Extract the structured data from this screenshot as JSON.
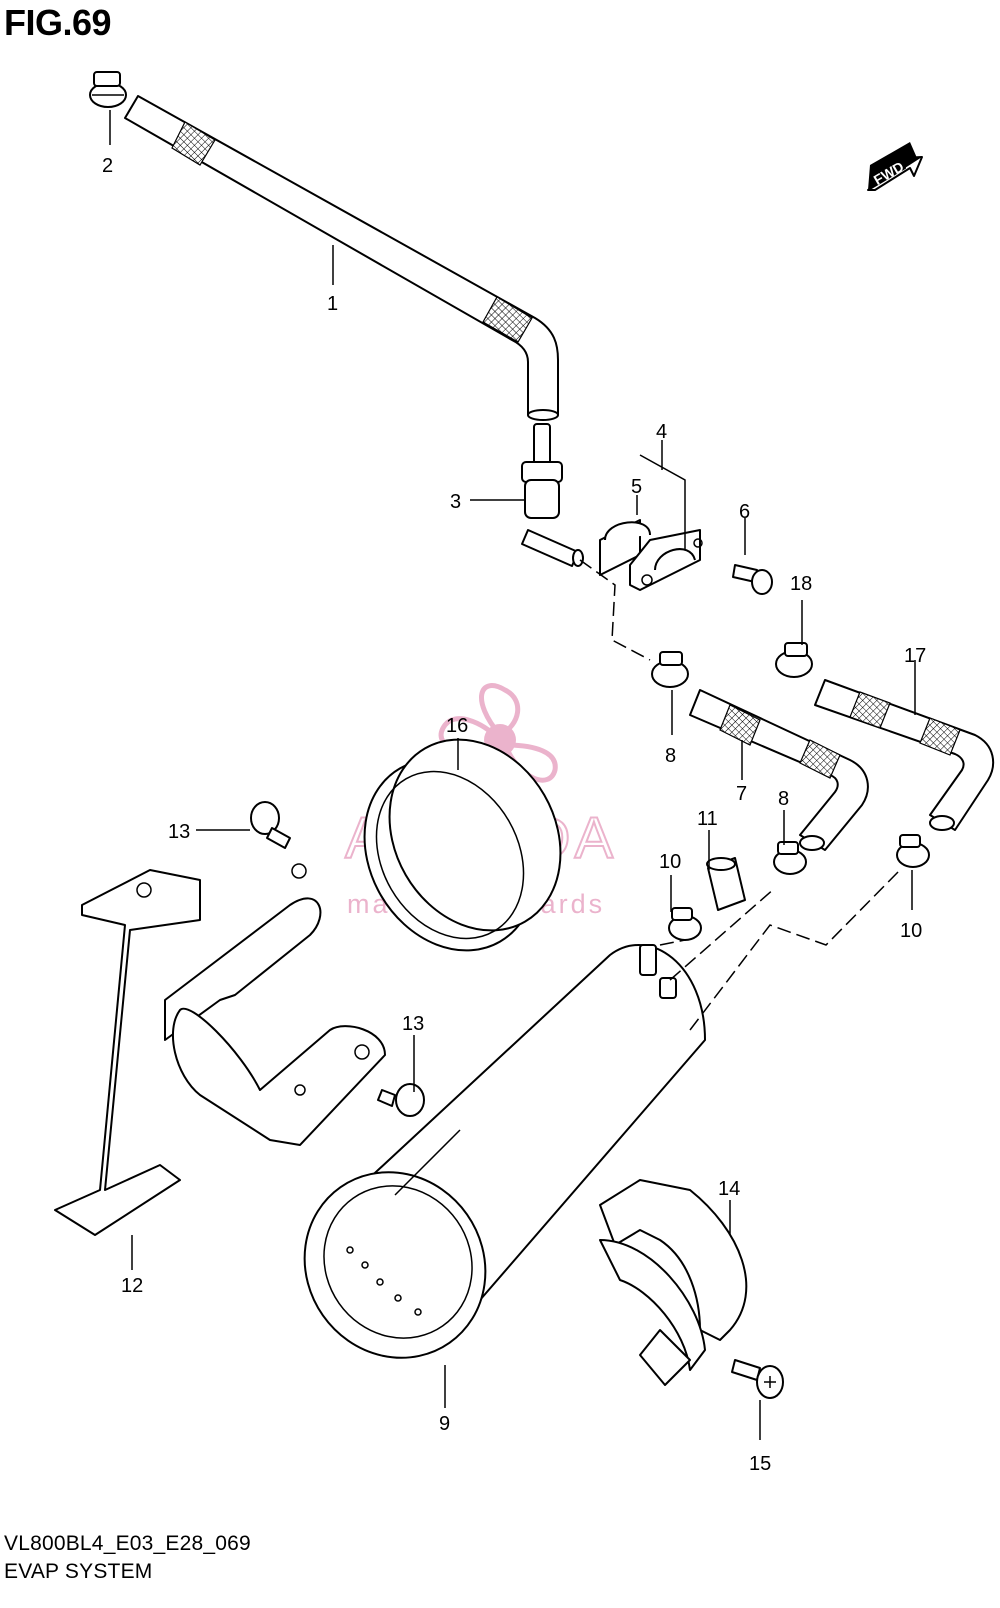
{
  "figure": {
    "title": "FIG.69",
    "model_code": "VL800BL4_E03_E28_069",
    "section_name": "EVAP SYSTEM"
  },
  "fwd_badge": "FWD",
  "watermark": {
    "brand": "ARMADA",
    "tagline": "marine outboards",
    "color": "#e8a6c4"
  },
  "callouts": [
    {
      "id": "c1",
      "label": "1"
    },
    {
      "id": "c2",
      "label": "2"
    },
    {
      "id": "c3",
      "label": "3"
    },
    {
      "id": "c4",
      "label": "4"
    },
    {
      "id": "c5",
      "label": "5"
    },
    {
      "id": "c6",
      "label": "6"
    },
    {
      "id": "c7",
      "label": "7"
    },
    {
      "id": "c8a",
      "label": "8"
    },
    {
      "id": "c8b",
      "label": "8"
    },
    {
      "id": "c9",
      "label": "9"
    },
    {
      "id": "c10a",
      "label": "10"
    },
    {
      "id": "c10b",
      "label": "10"
    },
    {
      "id": "c11",
      "label": "11"
    },
    {
      "id": "c12",
      "label": "12"
    },
    {
      "id": "c13a",
      "label": "13"
    },
    {
      "id": "c13b",
      "label": "13"
    },
    {
      "id": "c14",
      "label": "14"
    },
    {
      "id": "c15",
      "label": "15"
    },
    {
      "id": "c16",
      "label": "16"
    },
    {
      "id": "c17",
      "label": "17"
    },
    {
      "id": "c18",
      "label": "18"
    }
  ]
}
